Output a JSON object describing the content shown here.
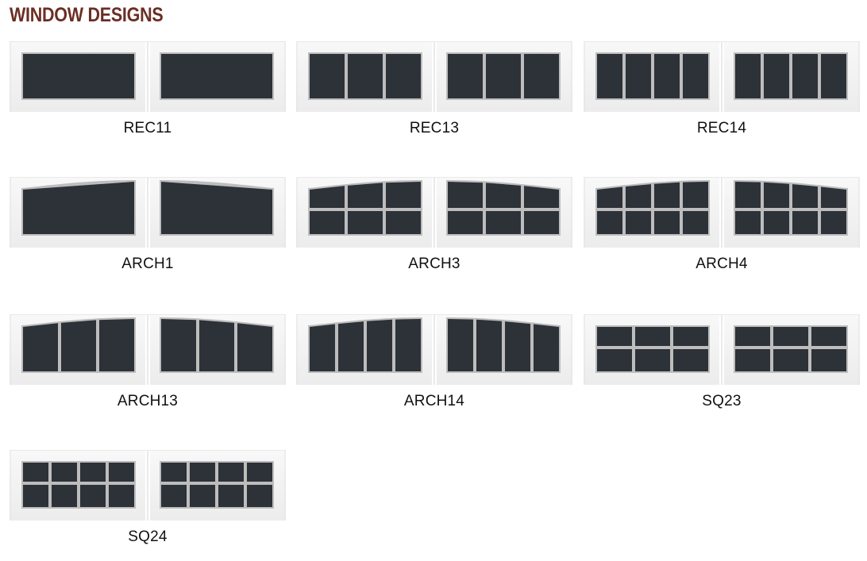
{
  "page": {
    "title": "WINDOW DESIGNS"
  },
  "colors": {
    "title": "#6b2e24",
    "glass": "#2d3138",
    "frame": "#bdbdbd",
    "panel": "#f2f2f2"
  },
  "designs": [
    {
      "label": "REC11",
      "style": "rectangle",
      "columns": 1,
      "rows": 1
    },
    {
      "label": "REC13",
      "style": "rectangle",
      "columns": 3,
      "rows": 1
    },
    {
      "label": "REC14",
      "style": "rectangle",
      "columns": 4,
      "rows": 1
    },
    {
      "label": "ARCH1",
      "style": "arch",
      "columns": 1,
      "rows": 1
    },
    {
      "label": "ARCH3",
      "style": "arch",
      "columns": 3,
      "rows": 2
    },
    {
      "label": "ARCH4",
      "style": "arch",
      "columns": 4,
      "rows": 2
    },
    {
      "label": "ARCH13",
      "style": "arch",
      "columns": 3,
      "rows": 1
    },
    {
      "label": "ARCH14",
      "style": "arch",
      "columns": 4,
      "rows": 1
    },
    {
      "label": "SQ23",
      "style": "square",
      "columns": 3,
      "rows": 2
    },
    {
      "label": "SQ24",
      "style": "square",
      "columns": 4,
      "rows": 2
    }
  ]
}
